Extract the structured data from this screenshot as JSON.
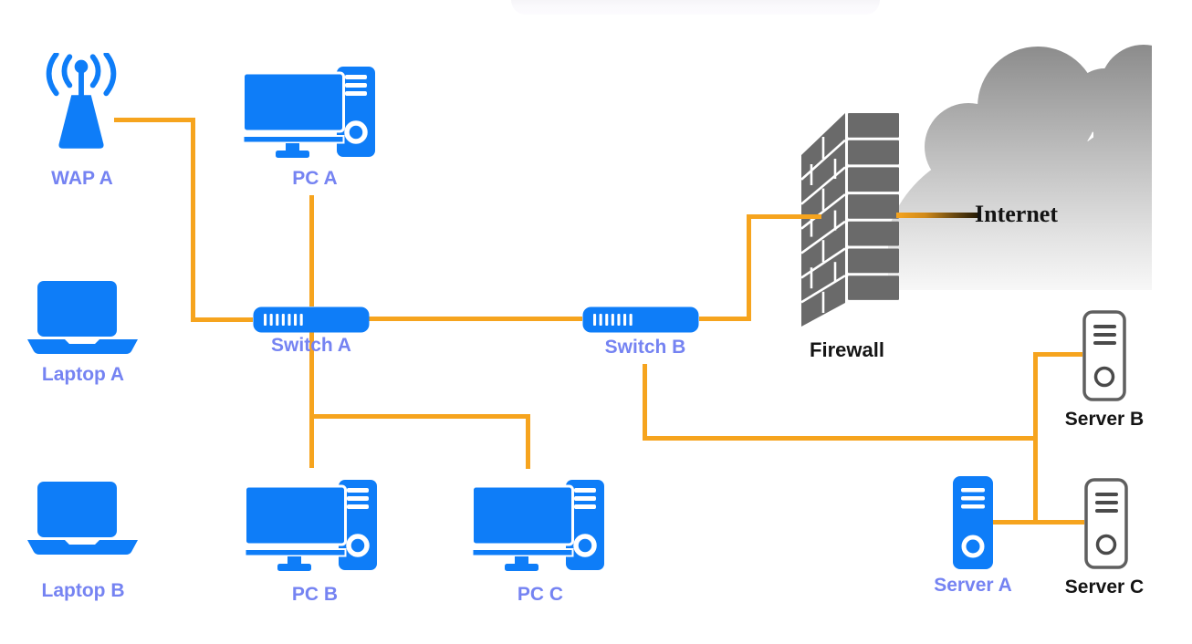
{
  "nodes": {
    "wap_a": {
      "label": "WAP A",
      "type": "wireless-access-point"
    },
    "pc_a": {
      "label": "PC A",
      "type": "desktop-pc"
    },
    "laptop_a": {
      "label": "Laptop A",
      "type": "laptop"
    },
    "laptop_b": {
      "label": "Laptop B",
      "type": "laptop"
    },
    "switch_a": {
      "label": "Switch A",
      "type": "network-switch"
    },
    "switch_b": {
      "label": "Switch B",
      "type": "network-switch"
    },
    "pc_b": {
      "label": "PC B",
      "type": "desktop-pc"
    },
    "pc_c": {
      "label": "PC C",
      "type": "desktop-pc"
    },
    "firewall": {
      "label": "Firewall",
      "type": "firewall-brick-wall"
    },
    "internet": {
      "label": "Internet",
      "type": "cloud"
    },
    "server_a": {
      "label": "Server A",
      "type": "server-tower"
    },
    "server_b": {
      "label": "Server B",
      "type": "server-tower"
    },
    "server_c": {
      "label": "Server C",
      "type": "server-tower"
    }
  },
  "connections": [
    {
      "from": "wap_a",
      "to": "switch_a"
    },
    {
      "from": "pc_a",
      "to": "switch_a"
    },
    {
      "from": "switch_a",
      "to": "switch_b"
    },
    {
      "from": "switch_a",
      "to": "pc_b"
    },
    {
      "from": "switch_a",
      "to": "pc_c"
    },
    {
      "from": "switch_b",
      "to": "firewall"
    },
    {
      "from": "firewall",
      "to": "internet"
    },
    {
      "from": "switch_b",
      "to": "server_a"
    },
    {
      "from": "switch_b",
      "to": "server_b"
    },
    {
      "from": "switch_b",
      "to": "server_c"
    }
  ],
  "colors": {
    "device_blue": "#0E7DF8",
    "label_blue": "#7583F2",
    "label_black": "#141414",
    "wire_orange": "#F6A41E",
    "firewall_gray": "#6A6A6A",
    "cloud_gray_top": "#898989",
    "cloud_gray_bottom": "#F6F6F6"
  }
}
